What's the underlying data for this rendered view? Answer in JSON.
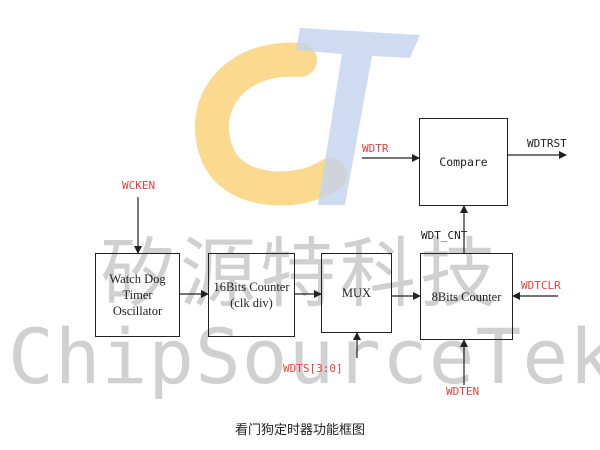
{
  "watermark": {
    "chinese": "矽源特科技",
    "english": "ChipSourceTek",
    "logo_colors": {
      "orange": "#fad27a",
      "blue": "#c3d2ec"
    }
  },
  "blocks": {
    "oscillator": [
      "Watch Dog",
      "Timer",
      "Oscillator"
    ],
    "counter16": [
      "16Bits Counter",
      "(clk div)"
    ],
    "mux": "MUX",
    "counter8": "8Bits Counter",
    "compare": "Compare"
  },
  "signals": {
    "wcken": "WCKEN",
    "wdtr": "WDTR",
    "wdtrst": "WDTRST",
    "wdt_cnt": "WDT_CNT",
    "wdtclr": "WDTCLR",
    "wdts": "WDTS[3:0]",
    "wdten": "WDTEN"
  },
  "colors": {
    "signal_red": "#e8403a",
    "line": "#222222"
  },
  "caption": "看门狗定时器功能框图"
}
